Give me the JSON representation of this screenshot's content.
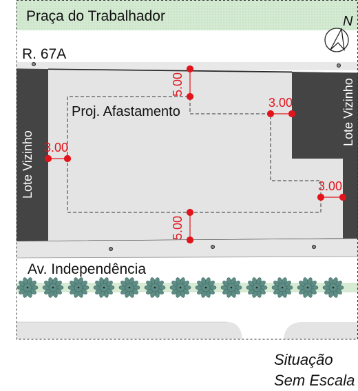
{
  "streets": {
    "top_square": "Praça do Trabalhador",
    "side_street": "R. 67A",
    "main_avenue": "Av. Independência"
  },
  "neighbors": {
    "left": "Lote Vizinho",
    "right": "Lote Vizinho"
  },
  "setback": {
    "label": "Proj. Afastamento",
    "front_top": "5.00",
    "front_bottom": "5.00",
    "side_left": "3.00",
    "side_right_upper": "3.00",
    "side_right_lower": "3.00"
  },
  "north": {
    "label": "N"
  },
  "caption": {
    "line1": "Situação",
    "line2": "Sem Escala"
  },
  "colors": {
    "plaza_green": "#cfe6cd",
    "lot_fill": "#e4e4e4",
    "neighbor_fill": "#444444",
    "dimension_red": "#e1141c",
    "tree_green": "#5e8d86"
  }
}
